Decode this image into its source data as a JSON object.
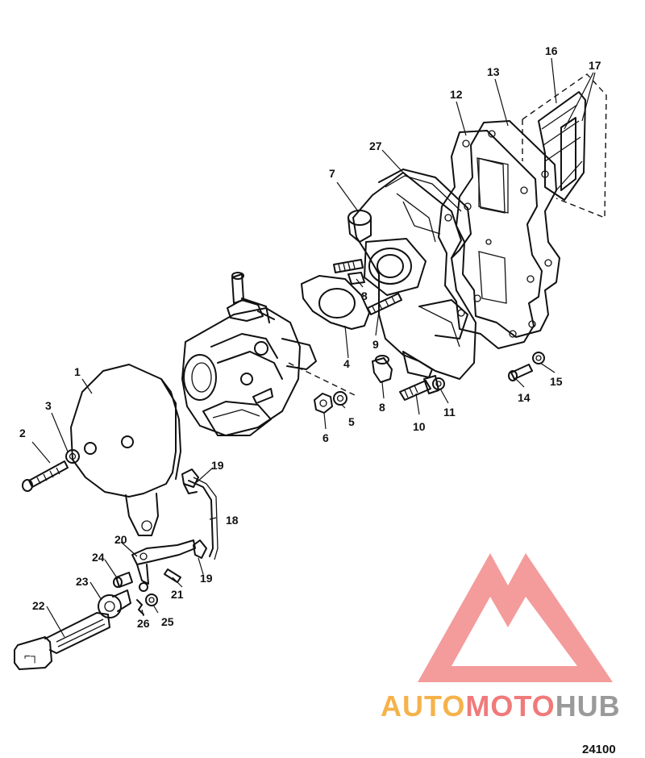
{
  "diagram": {
    "callouts": [
      "1",
      "2",
      "3",
      "4",
      "5",
      "6",
      "7",
      "8",
      "9",
      "10",
      "11",
      "12",
      "13",
      "14",
      "15",
      "16",
      "17",
      "18",
      "19",
      "20",
      "21",
      "22",
      "23",
      "24",
      "25",
      "26",
      "27"
    ],
    "callout_repeat_8": "8",
    "callout_repeat_19": "19",
    "drawing_code": "24100"
  },
  "watermark": {
    "part_a": "AUTO",
    "part_b": "MOTO",
    "part_c": "HUB",
    "color_auto": "#f6b24a",
    "color_moto": "#f07a7a",
    "color_hub": "#9a9a9a",
    "logo_color": "#f28a8a"
  }
}
